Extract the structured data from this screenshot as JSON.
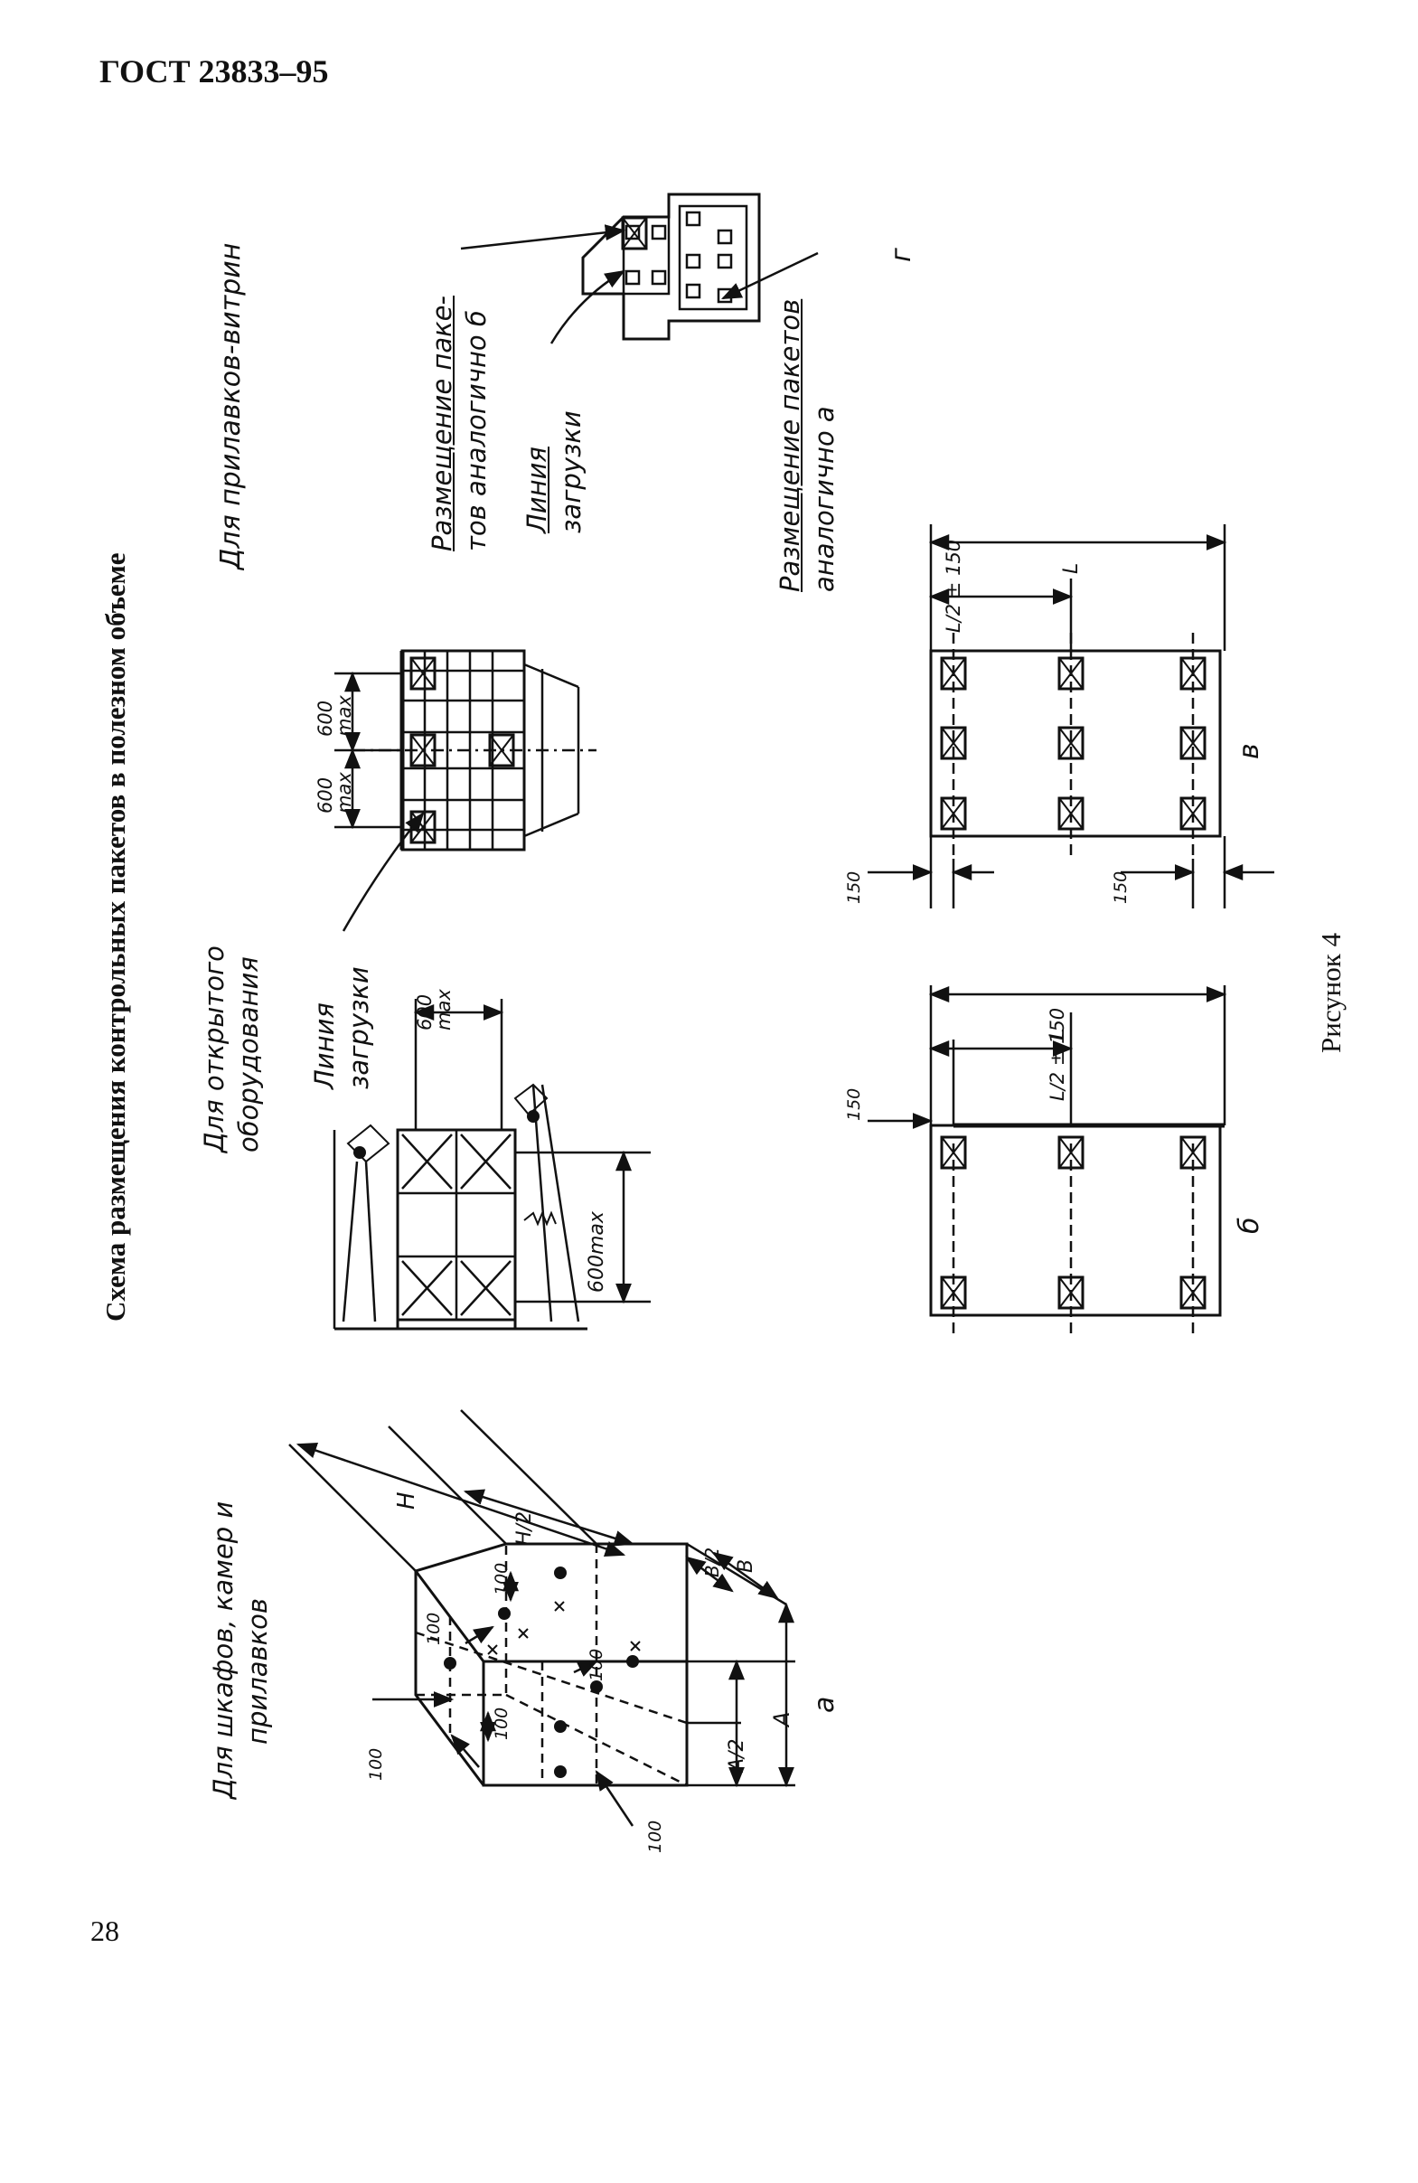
{
  "header": {
    "doc_code": "ГОСТ 23833–95",
    "page_number": "28"
  },
  "figure": {
    "title": "Схема размещения контрольных пакетов в полезном объеме",
    "caption": "Рисунок 4",
    "sections": {
      "a": {
        "heading_line1": "Для шкафов, камер и",
        "heading_line2": "прилавков",
        "letter": "а",
        "dims": {
          "H": "H",
          "H2": "H/2",
          "A": "A",
          "A2": "A/2",
          "B": "B",
          "B2": "B/2",
          "d100": "100"
        }
      },
      "open": {
        "heading_line1": "Для открытого",
        "heading_line2": "оборудования",
        "load_line1": "Линия",
        "load_line2": "загрузки",
        "dim_height": "600max",
        "dim_width": "600",
        "dim_width_max": "max",
        "dim_left": "600",
        "dim_left_max": "max",
        "dim_right": "600",
        "dim_right_max": "max"
      },
      "b": {
        "letter": "б",
        "L": "L",
        "L2": "L/2 ± 150",
        "d150": "150"
      },
      "v": {
        "letter": "в",
        "L": "L",
        "L2": "L/2 ± 150",
        "d150_top": "150",
        "d150_bottom": "150"
      },
      "g": {
        "heading": "Для прилавков-витрин",
        "letter": "г",
        "place_b_line1": "Размещение паке-",
        "place_b_line2": "тов аналогично б",
        "load_line1": "Линия",
        "load_line2": "загрузки",
        "place_a_line1": "Размещение пакетов",
        "place_a_line2": "аналогично а"
      }
    }
  }
}
